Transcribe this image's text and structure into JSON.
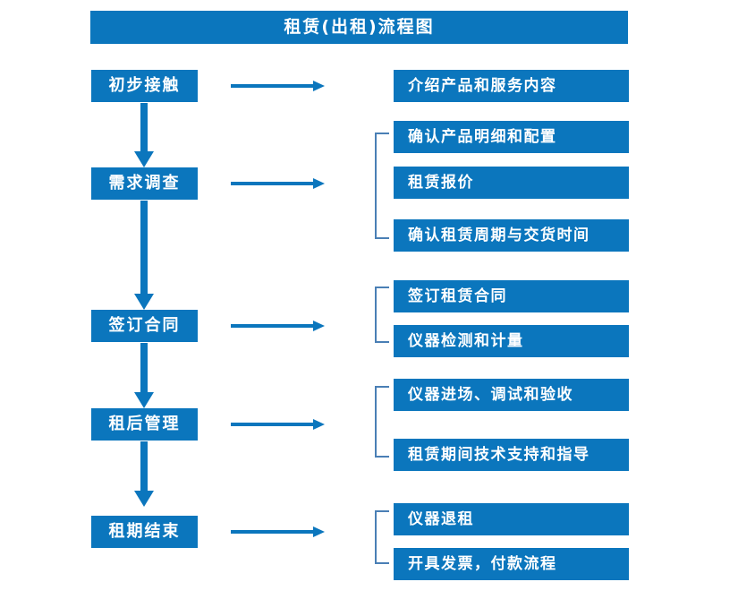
{
  "diagram": {
    "title": "租赁(出租)流程图",
    "colors": {
      "box_fill": "#0b76bd",
      "box_text": "#ffffff",
      "arrow": "#0b76bd",
      "bracket": "#4a7fb5",
      "background": "#ffffff"
    },
    "stages": [
      {
        "id": "stage-1",
        "label": "初步接触",
        "arrow_name": "arrow-to-stage-1-tasks",
        "bracket": false,
        "tasks": [
          {
            "label": "介绍产品和服务内容"
          }
        ]
      },
      {
        "id": "stage-2",
        "label": "需求调查",
        "arrow_name": "arrow-to-stage-2-tasks",
        "bracket": true,
        "tasks": [
          {
            "label": "确认产品明细和配置"
          },
          {
            "label": "租赁报价"
          },
          {
            "label": "确认租赁周期与交货时间"
          }
        ]
      },
      {
        "id": "stage-3",
        "label": "签订合同",
        "arrow_name": "arrow-to-stage-3-tasks",
        "bracket": true,
        "tasks": [
          {
            "label": "签订租赁合同"
          },
          {
            "label": "仪器检测和计量"
          }
        ]
      },
      {
        "id": "stage-4",
        "label": "租后管理",
        "arrow_name": "arrow-to-stage-4-tasks",
        "bracket": true,
        "tasks": [
          {
            "label": "仪器进场、调试和验收"
          },
          {
            "label": "租赁期间技术支持和指导"
          }
        ]
      },
      {
        "id": "stage-5",
        "label": "租期结束",
        "arrow_name": "arrow-to-stage-5-tasks",
        "bracket": true,
        "tasks": [
          {
            "label": "仪器退租"
          },
          {
            "label": "开具发票，付款流程"
          }
        ]
      }
    ],
    "flow_connectors": [
      {
        "from": "初步接触",
        "to": "需求调查"
      },
      {
        "from": "需求调查",
        "to": "签订合同"
      },
      {
        "from": "签订合同",
        "to": "租后管理"
      },
      {
        "from": "租后管理",
        "to": "租期结束"
      }
    ]
  }
}
